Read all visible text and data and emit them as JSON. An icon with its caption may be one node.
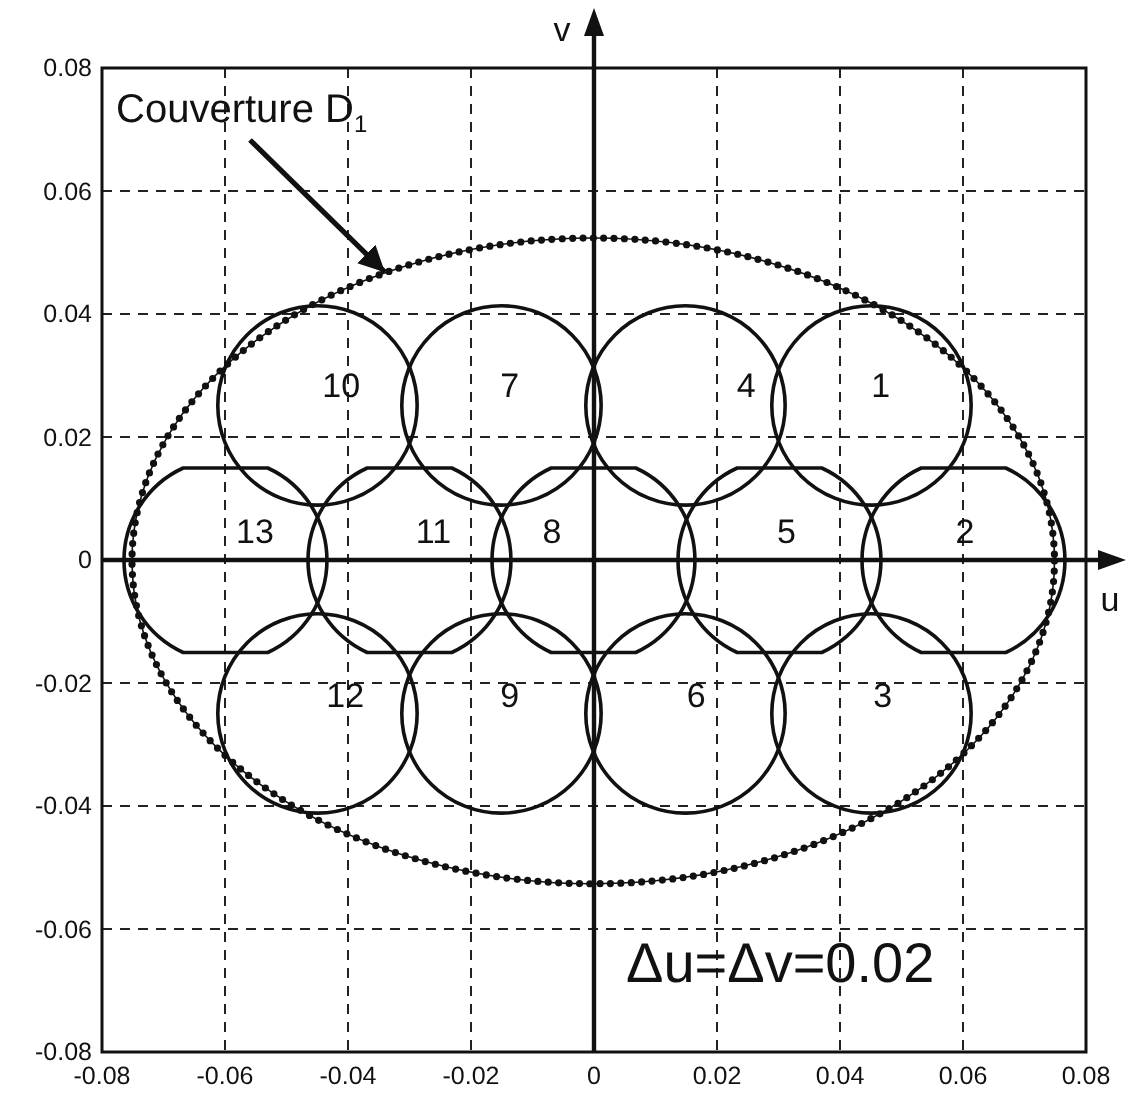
{
  "diagram": {
    "nodes": [
      {
        "text": [
          "Couverture D$_{1}$"
        ]
      },
      {
        "text": [],
        "shape": "ellipse"
      },
      {
        "text": [
          "10"
        ],
        "in": 1
      },
      {
        "text": [
          "7"
        ],
        "in": 1
      },
      {
        "text": [
          "4"
        ],
        "in": 1
      },
      {
        "text": [
          "1"
        ],
        "in": 1
      },
      {
        "text": [
          "13"
        ],
        "in": 1
      },
      {
        "text": [
          "11"
        ],
        "in": 1
      },
      {
        "text": [
          "8"
        ],
        "in": 1
      },
      {
        "text": [
          "5"
        ],
        "in": 1
      },
      {
        "text": [
          "2"
        ],
        "in": 1
      },
      {
        "text": [
          "12"
        ],
        "in": 1
      },
      {
        "text": [
          "9"
        ],
        "in": 1
      },
      {
        "text": [
          "6"
        ],
        "in": 1
      },
      {
        "text": [
          "3"
        ],
        "in": 1
      }
    ],
    "edges": [
      {
        "from": 0,
        "to": 1,
        "arrow": "to"
      }
    ],
    "labels": [
      "v",
      "0.08",
      "0.06",
      "0.04",
      "0.02",
      "0",
      "u",
      "-0.02",
      "-0.04",
      "-0.06",
      "Δu=Δv=0.02",
      "-0.08",
      "-0.08",
      "-0.06",
      "-0.04",
      "-0.02",
      "0",
      "0.02",
      "0.04",
      "0.06",
      "0.08"
    ]
  }
}
